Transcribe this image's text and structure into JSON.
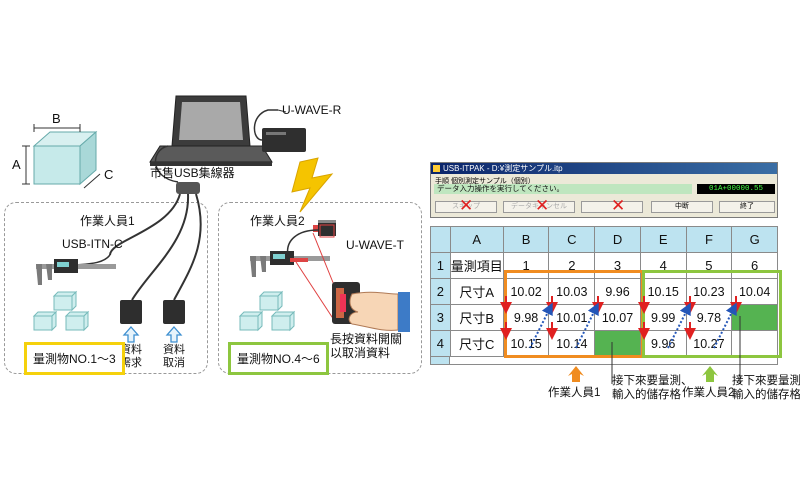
{
  "diagram": {
    "box_label_b": "B",
    "box_label_a": "A",
    "box_label_c": "C",
    "receiver_label": "U-WAVE-R",
    "hub_label": "市售USB集線器",
    "worker1_label": "作業人員1",
    "worker2_label": "作業人員2",
    "cable_label": "USB-ITN-C",
    "transmitter_label": "U-WAVE-T",
    "request_label": "資料需求",
    "cancel_label": "資料取消",
    "press_label_line1": "長按資料開關",
    "press_label_line2": "以取消資料",
    "badge1": "量測物NO.1～3",
    "badge2": "量測物NO.4～6",
    "colors": {
      "badge1_border": "#f5d10c",
      "badge2_border": "#8dc63f",
      "lightning": "#f5c400"
    }
  },
  "app_window": {
    "title": "USB-ITPAK - D:¥測定サンプル.itp",
    "step_label": "手順",
    "step_text": "個別測定サンプル（個別）",
    "instruction": "データ入力操作を実行してください。",
    "reading": "01A+00000.55",
    "buttons": [
      "スキップ",
      "データキャンセル",
      "",
      "中断",
      "終了"
    ]
  },
  "sheet": {
    "col_headers": [
      "A",
      "B",
      "C",
      "D",
      "E",
      "F",
      "G"
    ],
    "rows": [
      [
        "1",
        "量測項目",
        "1",
        "2",
        "3",
        "4",
        "5",
        "6"
      ],
      [
        "2",
        "尺寸A",
        "10.02",
        "10.03",
        "9.96",
        "10.15",
        "10.23",
        "10.04"
      ],
      [
        "3",
        "尺寸B",
        "9.98",
        "10.01",
        "10.07",
        "9.99",
        "9.78",
        ""
      ],
      [
        "4",
        "尺寸C",
        "10.15",
        "10.14",
        "",
        "9.96",
        "10.27",
        ""
      ]
    ]
  },
  "captions": {
    "worker1": "作業人員1",
    "next1_line1": "接下來要量測、",
    "next1_line2": "輸入的儲存格",
    "worker2": "作業人員2",
    "next2_line1": "接下來要量測、",
    "next2_line2": "輸入的儲存格"
  }
}
